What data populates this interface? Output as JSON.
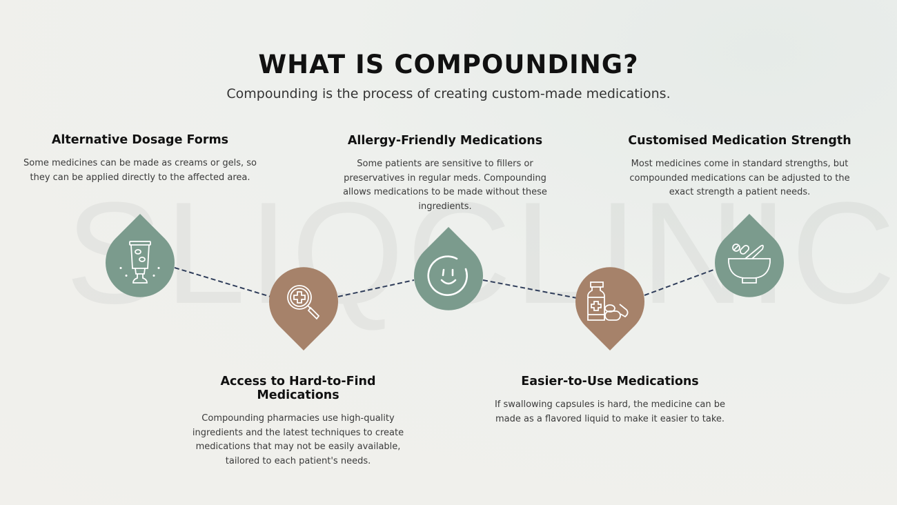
{
  "watermark": "SLIQCLINIC",
  "title": "WHAT IS COMPOUNDING?",
  "subtitle": "Compounding is the process of creating custom-made medications.",
  "colors": {
    "green": "#7b9b8d",
    "brown": "#a6826a",
    "dash": "#2f3d5a"
  },
  "items": [
    {
      "title": "Alternative Dosage Forms",
      "text": "Some medicines can be made as creams or gels, so they can be applied directly to the affected area.",
      "icon": "cream-tube-icon"
    },
    {
      "title": "Access to Hard-to-Find Medications",
      "text": "Compounding pharmacies use high-quality ingredients and the latest techniques to create medications that may not be easily available, tailored to each patient's needs.",
      "icon": "magnifier-medical-icon"
    },
    {
      "title": "Allergy-Friendly Medications",
      "text": "Some patients are sensitive to fillers or preservatives in regular meds. Compounding allows medications to be made without these ingredients.",
      "icon": "smiley-icon"
    },
    {
      "title": "Easier-to-Use Medications",
      "text": "If swallowing capsules is hard, the medicine can be made as a flavored liquid to make it easier to take.",
      "icon": "medicine-bottle-pills-icon"
    },
    {
      "title": "Customised Medication Strength",
      "text": "Most medicines come in standard strengths, but compounded medications can be adjusted to the exact strength a patient needs.",
      "icon": "mortar-pestle-icon"
    }
  ]
}
